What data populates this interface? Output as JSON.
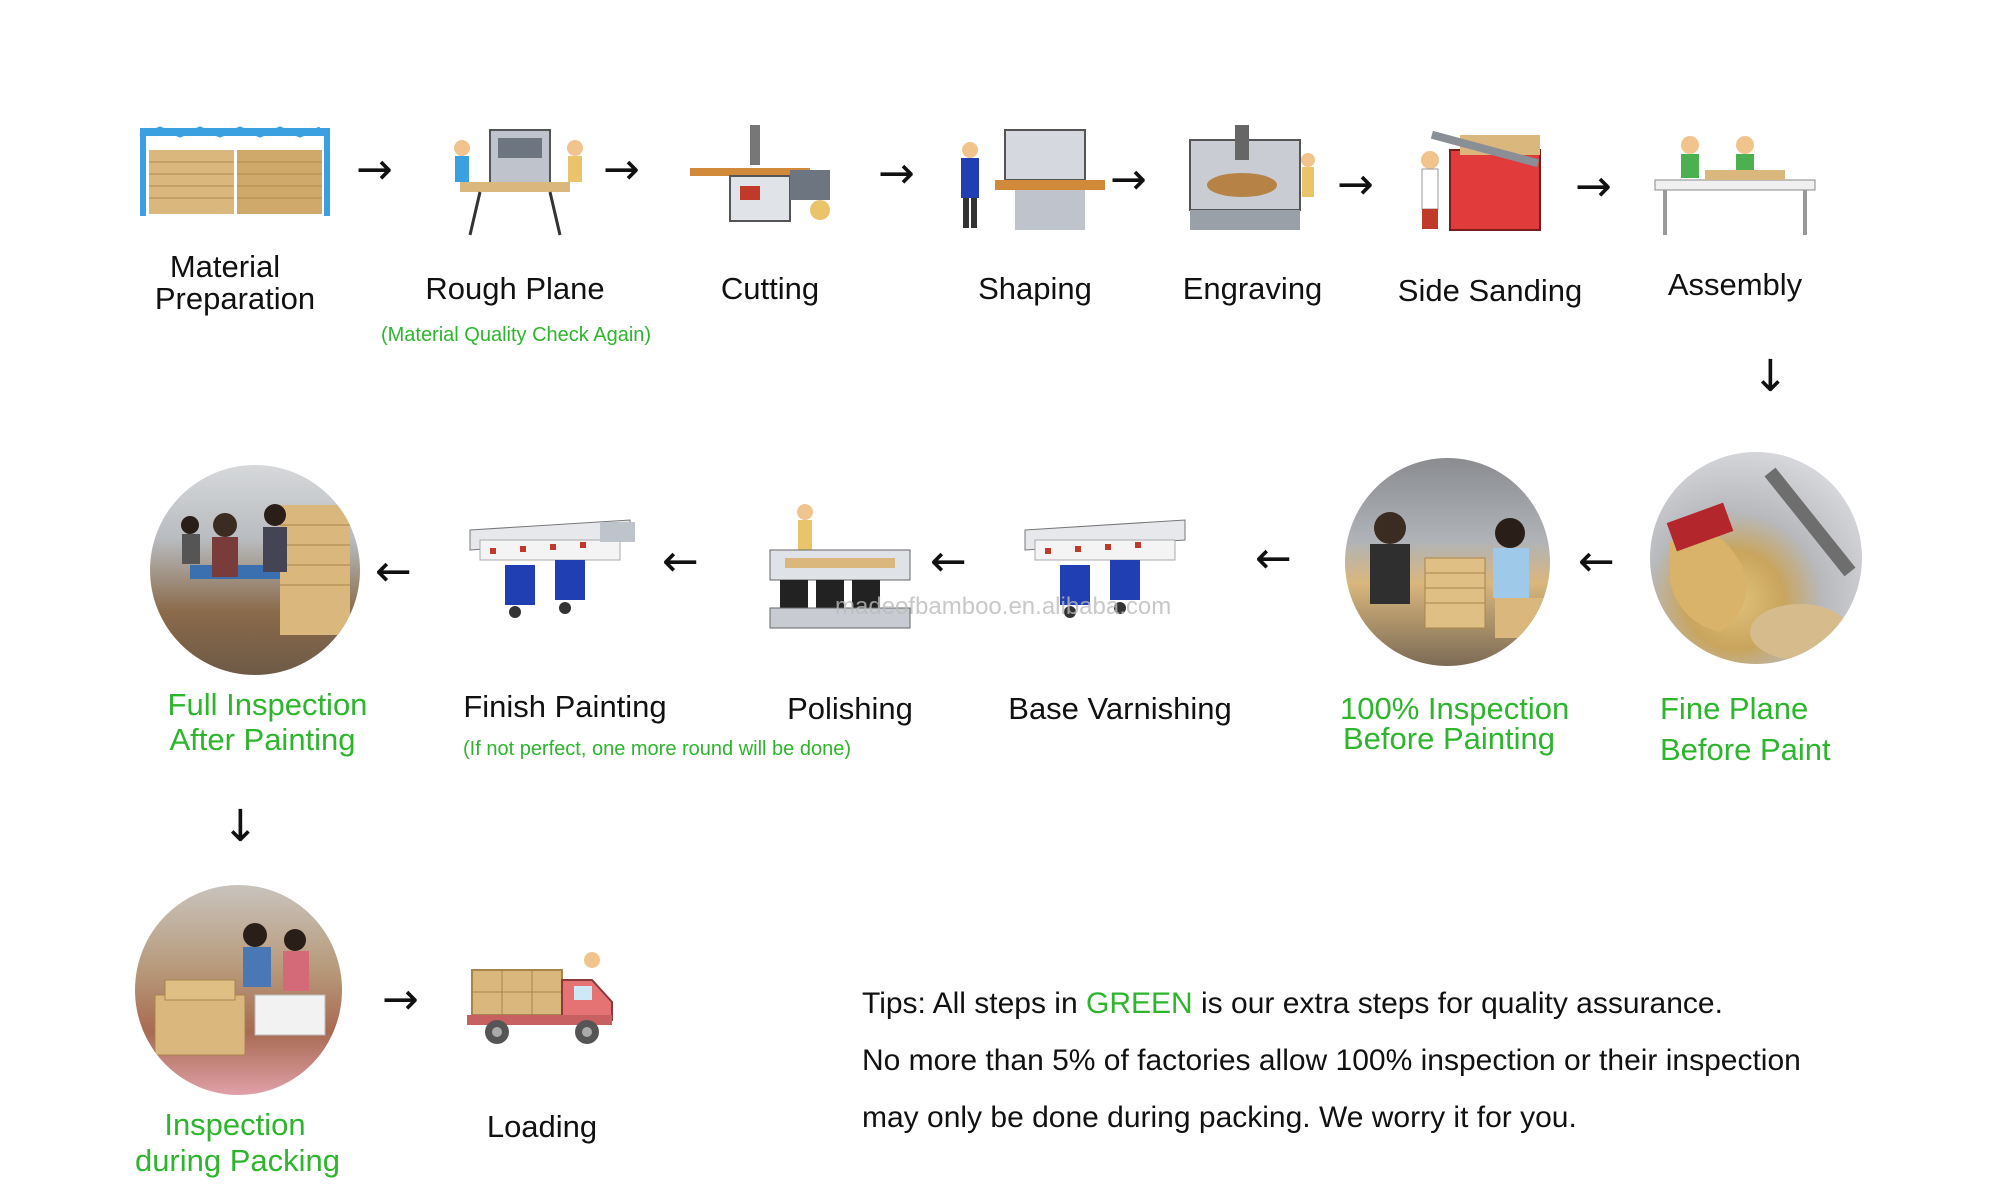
{
  "row1": {
    "material": {
      "line1": "Material",
      "line2": "Preparation"
    },
    "rough_plane": {
      "label": "Rough Plane",
      "note": "(Material Quality Check Again)"
    },
    "cutting": {
      "label": "Cutting"
    },
    "shaping": {
      "label": "Shaping"
    },
    "engraving": {
      "label": "Engraving"
    },
    "side_sanding": {
      "label": "Side Sanding"
    },
    "assembly": {
      "label": "Assembly"
    }
  },
  "row2": {
    "fine_plane": {
      "line1": "Fine Plane",
      "line2": "Before Paint"
    },
    "inspection_before": {
      "line1": "100% Inspection",
      "line2": "Before Painting"
    },
    "base_varnishing": {
      "label": "Base Varnishing"
    },
    "polishing": {
      "label": "Polishing"
    },
    "finish_painting": {
      "label": "Finish Painting",
      "note": "(If not perfect, one more round will be done)"
    },
    "full_inspection": {
      "line1": "Full Inspection",
      "line2": "After Painting"
    }
  },
  "row3": {
    "inspection_packing": {
      "line1": "Inspection",
      "line2": "during Packing"
    },
    "loading": {
      "label": "Loading"
    }
  },
  "watermark": "madeofbamboo.en.alibaba.com",
  "tips": {
    "part1": "Tips: All steps in ",
    "highlight": "GREEN",
    "part2": " is our extra steps for quality assurance.",
    "line2": "No more than 5% of factories allow 100% inspection or their inspection",
    "line3": "may only be done during packing. We worry it for you."
  },
  "colors": {
    "green": "#2db52d",
    "text": "#111111",
    "bamboo": "#d9b77d",
    "machine_blue": "#1f3fb3",
    "frame_blue": "#3aa0e0"
  },
  "icons": {
    "right": "right-arrow-icon",
    "left": "left-arrow-icon",
    "down": "down-arrow-icon"
  }
}
